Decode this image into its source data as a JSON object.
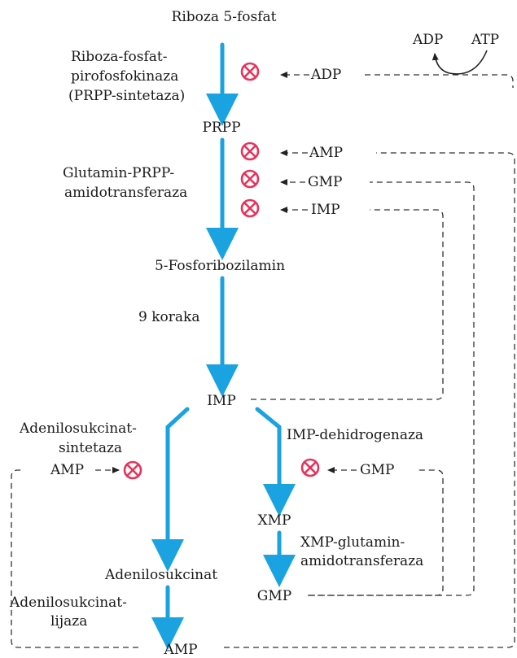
{
  "main": {
    "start": "Riboza 5-fosfat",
    "prpp": "PRPP",
    "fosforibozilamin": "5-Fosforibozilamin",
    "imp": "IMP",
    "xmp": "XMP",
    "gmp": "GMP",
    "adenilosukcinat": "Adenilosukcinat",
    "amp": "AMP"
  },
  "enzymes": {
    "prpp_sintetaza_1": "Riboza-fosfat-",
    "prpp_sintetaza_2": "pirofosfokinaza",
    "prpp_sintetaza_3": "(PRPP-sintetaza)",
    "amidotransferaza_1": "Glutamin-PRPP-",
    "amidotransferaza_2": "amidotransferaza",
    "steps": "9 koraka",
    "ads_sintetaza_1": "Adenilosukcinat-",
    "ads_sintetaza_2": "sintetaza",
    "imp_dh": "IMP-dehidrogenaza",
    "xmp_gat_1": "XMP-glutamin-",
    "xmp_gat_2": "amidotransferaza",
    "ads_lijaza_1": "Adenilosukcinat-",
    "ads_lijaza_2": "lijaza"
  },
  "regulators": {
    "adp": "ADP",
    "amp": "AMP",
    "gmp": "GMP",
    "imp": "IMP",
    "amp_local": "AMP",
    "gmp_local": "GMP",
    "adp_top": "ADP",
    "atp_top": "ATP"
  },
  "colors": {
    "flow": "#1aa3e0",
    "inhibition": "#e8325a",
    "feedback": "#333333"
  }
}
